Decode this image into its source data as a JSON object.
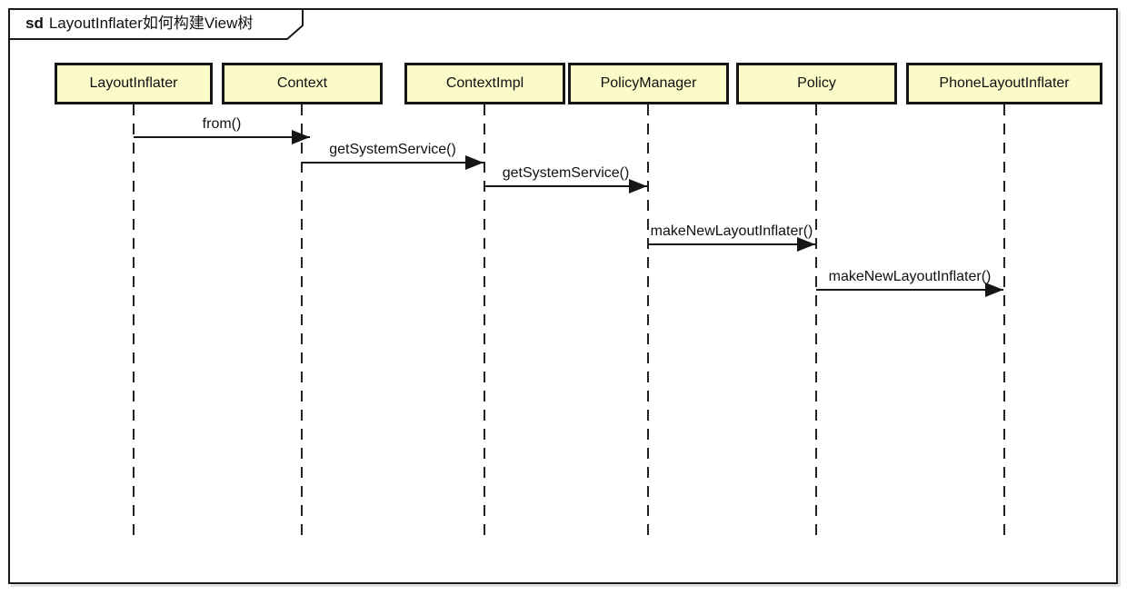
{
  "diagram": {
    "kind_label": "sd",
    "title": "LayoutInflater如何构建View树"
  },
  "participants": [
    {
      "name": "LayoutInflater"
    },
    {
      "name": "Context"
    },
    {
      "name": "ContextImpl"
    },
    {
      "name": "PolicyManager"
    },
    {
      "name": "Policy"
    },
    {
      "name": "PhoneLayoutInflater"
    }
  ],
  "messages": [
    {
      "label": "from()",
      "from": "LayoutInflater",
      "to": "Context",
      "type": "sync"
    },
    {
      "label": "getSystemService()",
      "from": "Context",
      "to": "ContextImpl",
      "type": "sync"
    },
    {
      "label": "getSystemService()",
      "from": "ContextImpl",
      "to": "PolicyManager",
      "type": "sync"
    },
    {
      "label": "makeNewLayoutInflater()",
      "from": "PolicyManager",
      "to": "Policy",
      "type": "sync"
    },
    {
      "label": "makeNewLayoutInflater()",
      "from": "Policy",
      "to": "PhoneLayoutInflater",
      "type": "sync"
    }
  ],
  "colors": {
    "participant_fill": "#FBFBC9",
    "line": "#161616",
    "background": "#FFFFFF"
  }
}
